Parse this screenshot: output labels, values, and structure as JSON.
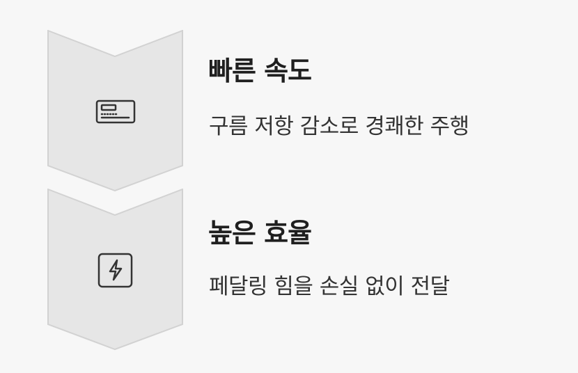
{
  "colors": {
    "background": "#f7f7f7",
    "chevron_fill": "#e6e6e6",
    "chevron_stroke": "#d2d2d2",
    "icon_stroke": "#333333",
    "title": "#1f1f1f",
    "description": "#333333"
  },
  "features": [
    {
      "icon": "cycle-computer-icon",
      "title": "빠른 속도",
      "description": "구름 저항 감소로 경쾌한 주행"
    },
    {
      "icon": "lightning-bolt-icon",
      "title": "높은 효율",
      "description": "페달링 힘을 손실 없이 전달"
    }
  ]
}
